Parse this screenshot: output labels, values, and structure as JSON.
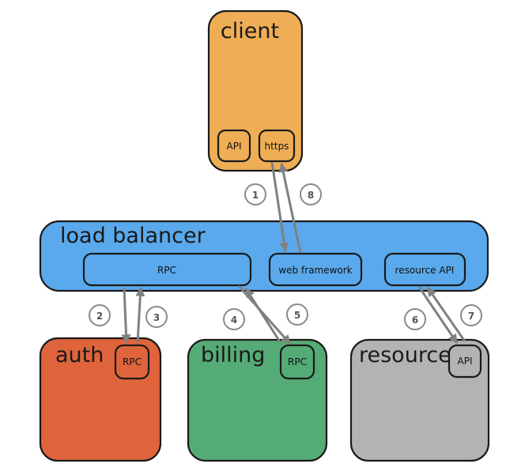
{
  "colors": {
    "client": "#efae55",
    "load_balancer": "#5aa9ec",
    "auth": "#df643c",
    "billing": "#55ab75",
    "resource": "#b3b3b3",
    "arrow": "#808080"
  },
  "nodes": {
    "client": {
      "label": "client",
      "api": "API",
      "https": "https"
    },
    "load_balancer": {
      "label": "load balancer",
      "rpc": "RPC",
      "web_framework": "web framework",
      "resource_api": "resource API"
    },
    "auth": {
      "label": "auth",
      "rpc": "RPC"
    },
    "billing": {
      "label": "billing",
      "rpc": "RPC"
    },
    "resource": {
      "label": "resource",
      "api": "API"
    }
  },
  "steps": [
    "1",
    "2",
    "3",
    "4",
    "5",
    "6",
    "7",
    "8"
  ]
}
